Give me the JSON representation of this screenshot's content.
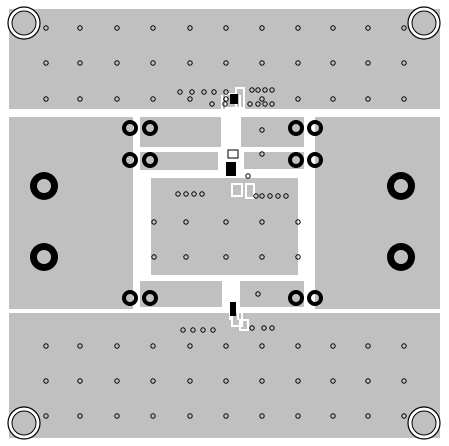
{
  "board": {
    "colors": {
      "background": "#ffffff",
      "copper": "#c0c0c0",
      "trace": "#ffffff",
      "hole_ring": "#000000",
      "hole_center": "#c0c0c0",
      "component": "#000000"
    },
    "regions": [
      {
        "name": "top-plane"
      },
      {
        "name": "left-plane"
      },
      {
        "name": "center-plane"
      },
      {
        "name": "right-plane"
      },
      {
        "name": "bottom-plane"
      }
    ],
    "mounting_holes": [
      {
        "name": "mounting-hole-top-left"
      },
      {
        "name": "mounting-hole-top-right"
      },
      {
        "name": "mounting-hole-bottom-left"
      },
      {
        "name": "mounting-hole-bottom-right"
      }
    ],
    "terminals": [
      {
        "name": "terminal-left-upper"
      },
      {
        "name": "terminal-left-lower"
      },
      {
        "name": "terminal-right-upper"
      },
      {
        "name": "terminal-right-lower"
      }
    ],
    "components": [
      {
        "name": "ic-center"
      }
    ]
  }
}
